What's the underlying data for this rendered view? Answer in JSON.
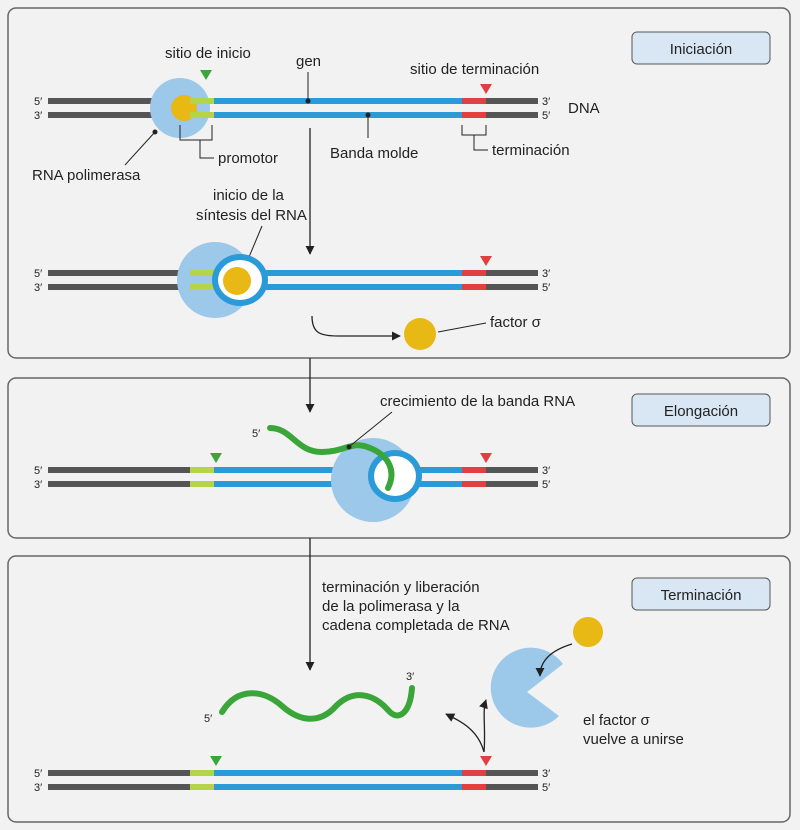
{
  "labels": {
    "start_site": "sitio de inicio",
    "gene": "gen",
    "termination_site": "sitio de terminación",
    "dna": "DNA",
    "rna_polymerase": "RNA polimerasa",
    "promoter": "promotor",
    "template_strand": "Banda molde",
    "termination": "terminación",
    "rna_synthesis_start_1": "inicio de la",
    "rna_synthesis_start_2": "síntesis del RNA",
    "sigma_factor": "factor σ",
    "rna_growth": "crecimiento de la banda RNA",
    "release_1": "terminación y liberación",
    "release_2": "de la polimerasa y la",
    "release_3": "cadena completada de RNA",
    "sigma_rejoin_1": "el factor σ",
    "sigma_rejoin_2": "vuelve a unirse"
  },
  "stages": {
    "initiation": "Iniciación",
    "elongation": "Elongación",
    "termination": "Terminación"
  },
  "ends": {
    "five": "5′",
    "three": "3′"
  },
  "colors": {
    "panel_bg": "#f2f2f2",
    "panel_border": "#666666",
    "dna_dark": "#555555",
    "gene_blue": "#2a9ad8",
    "promoter_green": "#b5d44a",
    "terminator_red": "#e04040",
    "polymerase_blue": "#9cc8ea",
    "sigma_yellow": "#e8b814",
    "rna_green": "#3aa63a",
    "stage_box": "#d9e7f5"
  }
}
